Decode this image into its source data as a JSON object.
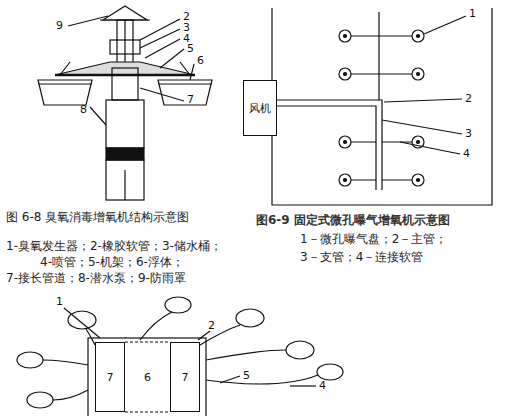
{
  "diagram": {
    "nodes": [
      {
        "text": [
          "风机"
        ]
      },
      {
        "text": [
          "7"
        ]
      },
      {
        "text": [
          "6"
        ]
      },
      {
        "text": [
          "7"
        ]
      }
    ],
    "labels": [
      "9",
      "2",
      "3",
      "4",
      "5",
      "6",
      "8",
      "7",
      "图 6-8 臭氧消毒增氧机结构示意图",
      "1-臭氧发生器；2-橡胶软管；3-储水桶；",
      "4-喷管；5-机架；6-浮体；",
      "7-接长管道；8-潜水泵；9-防雨罩",
      "图6-9 固定式微孔曝气增氧机示意图",
      "1－微孔曝气盘；2－主管；",
      "3－支管；4－连接软管",
      "1",
      "2",
      "3",
      "4",
      "1",
      "2",
      "5",
      "4"
    ]
  }
}
